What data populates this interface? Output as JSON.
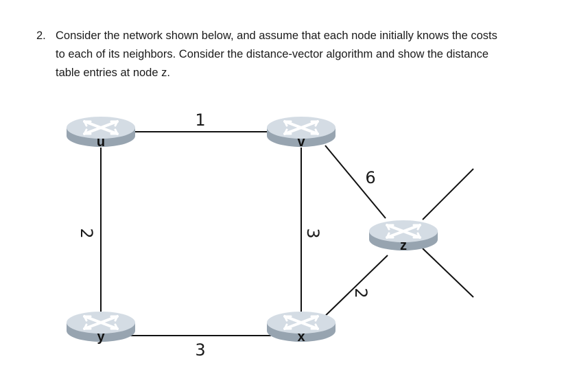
{
  "question": {
    "number": "2.",
    "lines": [
      "Consider the network shown below, and assume that each node initially knows the costs",
      "to each of its neighbors. Consider the distance-vector algorithm and show the distance",
      "table entries at node z."
    ]
  },
  "diagram": {
    "nodes": {
      "u": "u",
      "v": "v",
      "y": "y",
      "x": "x",
      "z": "z"
    },
    "links": {
      "u_v": "1",
      "u_y": "2",
      "v_x": "3",
      "y_x": "3",
      "v_z": "6",
      "x_z": "2"
    },
    "colors": {
      "router_top": "#d4dce4",
      "router_side": "#97a4b0",
      "link": "#111111"
    }
  }
}
